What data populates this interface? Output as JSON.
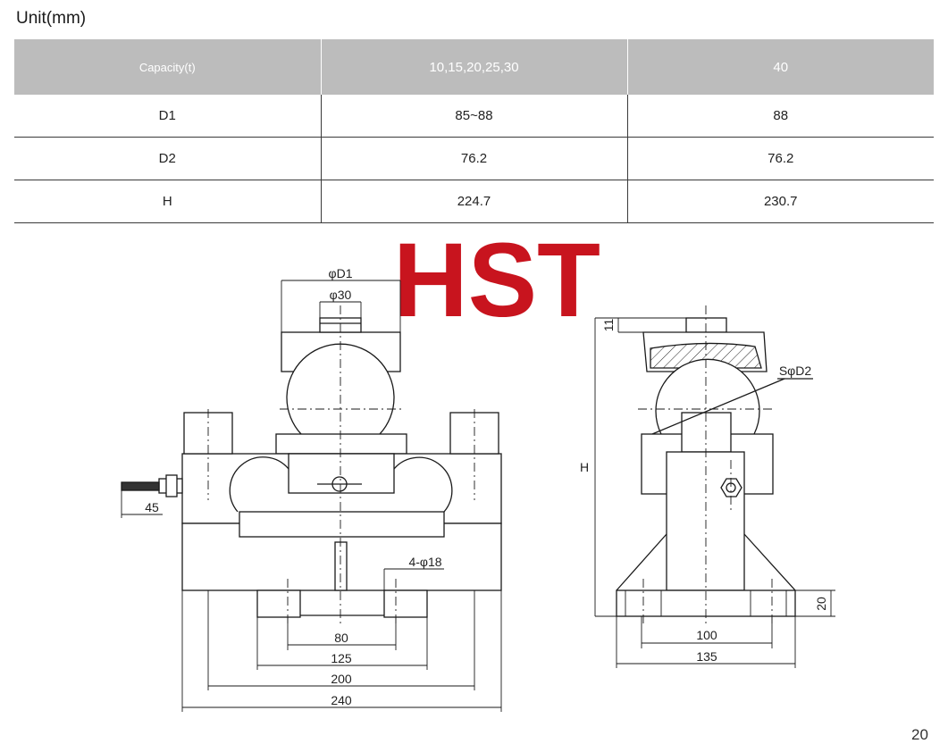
{
  "unit_title": "Unit(mm)",
  "spec_table": {
    "headers": [
      "Capacity(t)",
      "10,15,20,25,30",
      "40"
    ],
    "rows": [
      [
        "D1",
        "85~88",
        "88"
      ],
      [
        "D2",
        "76.2",
        "76.2"
      ],
      [
        "H",
        "224.7",
        "230.7"
      ]
    ]
  },
  "logo": {
    "text": "HST",
    "color": "#c8141e"
  },
  "dimensions": {
    "phi_d1": "φD1",
    "phi_30": "φ30",
    "s_phi_d2": "SφD2",
    "h": "H",
    "dim_11": "11",
    "dim_20": "20",
    "dim_45": "45",
    "holes": "4-φ18",
    "dim_80": "80",
    "dim_125": "125",
    "dim_200": "200",
    "dim_240": "240",
    "dim_100": "100",
    "dim_135": "135"
  },
  "page_number": "20",
  "colors": {
    "header_bg": "#bcbcbc",
    "line": "#1a1a1a"
  }
}
